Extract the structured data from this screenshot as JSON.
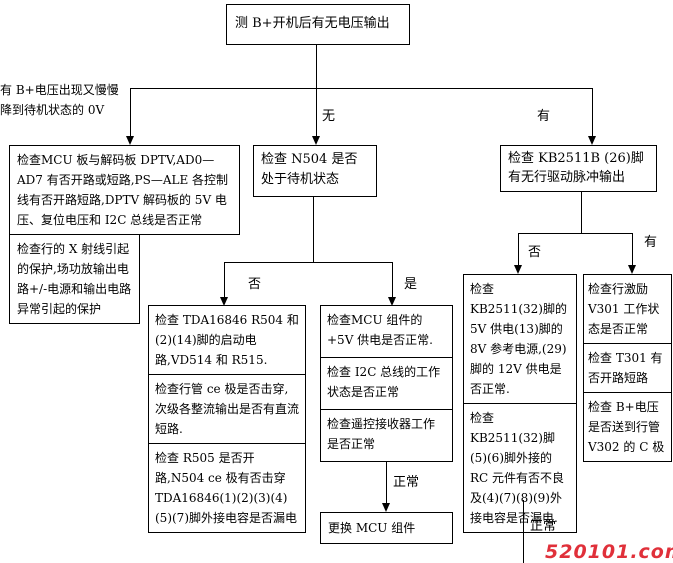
{
  "title": "测 B+开机后有无电压输出",
  "branch_labels": {
    "left": "有 B+电压出现又慢慢降到待机状态的 0V",
    "middle": "无",
    "right": "有",
    "n504_no": "否",
    "n504_yes": "是",
    "kb_no": "否",
    "kb_yes": "有",
    "mcu_ok": "正常",
    "kb_ok": "正常"
  },
  "left_boxes": [
    "检查MCU 板与解码板 DPTV,AD0—AD7 有否开路或短路,PS—ALE 各控制线有否开路短路,DPTV 解码板的 5V 电压、复位电压和 I2C 总线是否正常",
    "检查行的 X 射线引起的保护,场功放输出电路+/-电源和输出电路异常引起的保护"
  ],
  "middle_box": "检查 N504 是否处于待机状态",
  "n504_no_boxes": [
    "检查 TDA16846 R504 和(2)(14)脚的启动电路,VD514 和 R515.",
    "检查行管 ce 极是否击穿,次级各整流输出是否有直流短路.",
    "检查 R505 是否开路,N504 ce 极有否击穿 TDA16846(1)(2)(3)(4)(5)(7)脚外接电容是否漏电"
  ],
  "n504_yes_boxes": [
    "检查MCU 组件的+5V 供电是否正常.",
    "检查 I2C 总线的工作状态是否正常",
    "检查遥控接收器工作是否正常"
  ],
  "mcu_replace": "更换 MCU 组件",
  "right_box": "检查 KB2511B (26)脚有无行驱动脉冲输出",
  "kb_no_boxes": [
    "检查 KB2511(32)脚的 5V 供电(13)脚的 8V 参考电源,(29)脚的 12V 供电是否正常.",
    "检查 KB2511(32)脚(5)(6)脚外接的 RC 元件有否不良及(4)(7)(8)(9)外接电容是否漏电."
  ],
  "kb_yes_boxes": [
    "检查行激励 V301 工作状态是否正常",
    "检查 T301 有否开路短路",
    "检查 B+电压是否送到行管 V302 的 C 极"
  ],
  "watermark": "520101.com"
}
